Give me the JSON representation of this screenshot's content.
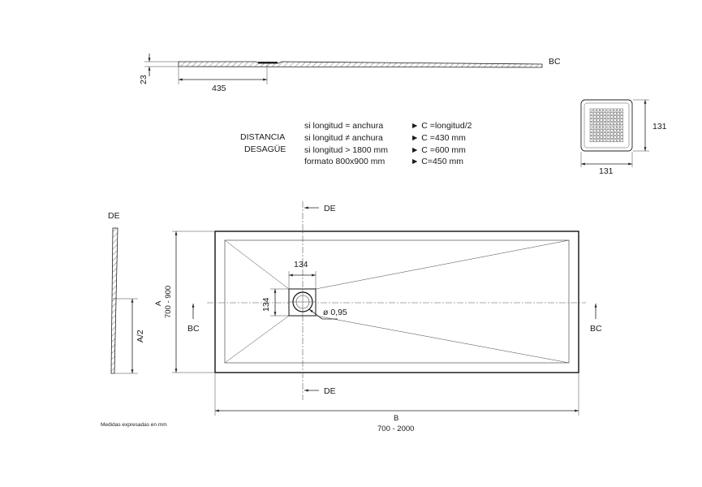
{
  "section_top": {
    "height_label": "23",
    "length_label": "435",
    "cut_label": "BC"
  },
  "grate": {
    "width_label": "131",
    "height_label": "131"
  },
  "rule_table": {
    "title_line1": "DISTANCIA",
    "title_line2": "DESAGÜE",
    "rows": [
      {
        "condition": "si longitud = anchura",
        "result": "► C =longitud/2"
      },
      {
        "condition": "si longitud ≠ anchura",
        "result": "► C =430 mm"
      },
      {
        "condition": "si longitud > 1800 mm",
        "result": "► C =600 mm"
      },
      {
        "condition": "formato 800x900 mm",
        "result": "► C=450 mm"
      }
    ]
  },
  "side_section": {
    "cut_label": "DE",
    "half_label": "A/2"
  },
  "plan": {
    "de_top": "DE",
    "de_bottom": "DE",
    "bc_left": "BC",
    "bc_right": "BC",
    "drain_width": "134",
    "drain_height": "134",
    "diameter_label": "ø 0,95",
    "a_label": "A",
    "a_range": "700 - 900",
    "b_label": "B",
    "b_range": "700 - 2000"
  },
  "footnote": "Medidas expresadas en mm"
}
